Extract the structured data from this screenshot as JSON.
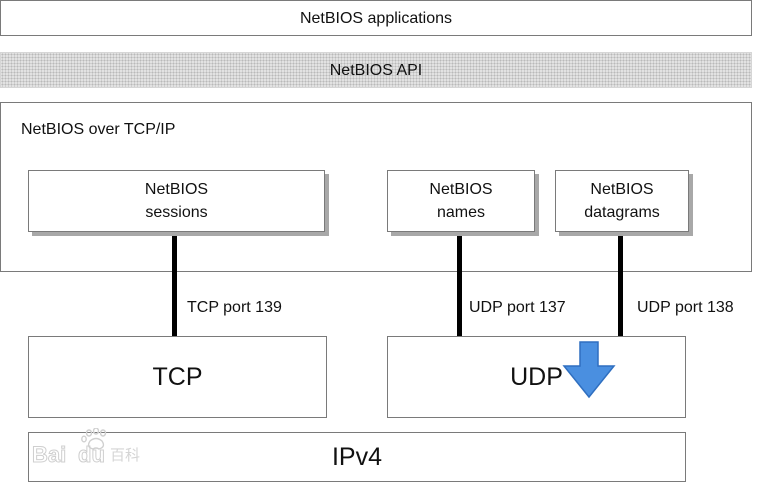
{
  "layers": {
    "applications": "NetBIOS applications",
    "api": "NetBIOS API",
    "over_tcpip": "NetBIOS over TCP/IP",
    "tcp": "TCP",
    "udp": "UDP",
    "ipv4": "IPv4"
  },
  "services": {
    "sessions": "NetBIOS\nsessions",
    "names": "NetBIOS\nnames",
    "datagrams": "NetBIOS\ndatagrams"
  },
  "ports": {
    "tcp_139": "TCP port 139",
    "udp_137": "UDP port 137",
    "udp_138": "UDP port 138"
  },
  "watermark": "Bai du 百科",
  "colors": {
    "arrow": "#4a8fe0",
    "arrow_outline": "#2f6fc0",
    "border": "#7a7a7a",
    "shadow": "#a8a8a8"
  },
  "icons": {
    "watermark": "baidu-paw-icon",
    "overlay_arrow": "arrow-down-icon"
  }
}
